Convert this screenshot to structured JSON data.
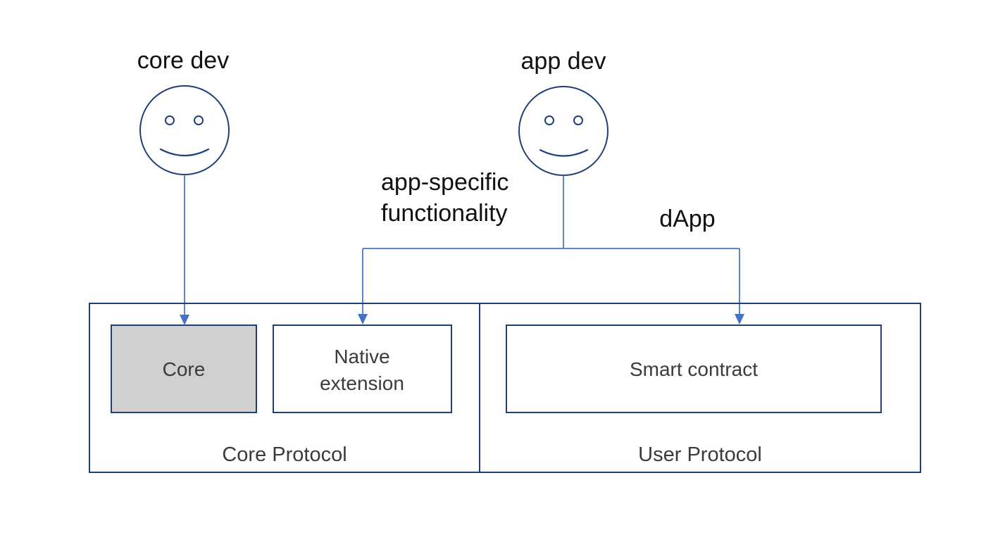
{
  "actors": {
    "core_dev": "core dev",
    "app_dev": "app dev"
  },
  "edge_labels": {
    "app_specific_line1": "app-specific",
    "app_specific_line2": "functionality",
    "dapp": "dApp"
  },
  "boxes": {
    "core": "Core",
    "native_line1": "Native",
    "native_line2": "extension",
    "smart_contract": "Smart contract"
  },
  "protocols": {
    "core": "Core Protocol",
    "user": "User Protocol"
  },
  "colors": {
    "outline": "#1f3f7a",
    "connector": "#4472c4",
    "core_fill": "#d0d0d0",
    "text": "#111111"
  },
  "icons": {
    "actor": "smiley-face-icon"
  }
}
